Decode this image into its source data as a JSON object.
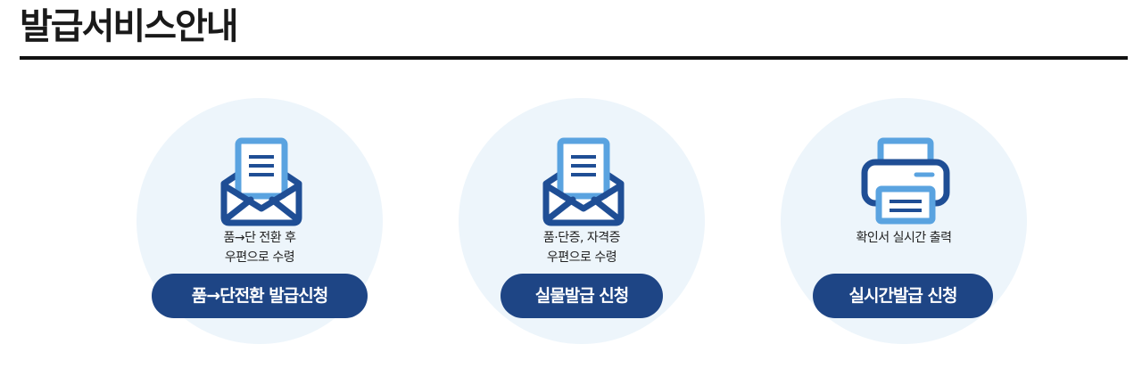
{
  "page": {
    "title": "발급서비스안내"
  },
  "colors": {
    "accent": "#1e4585",
    "circle_bg": "#edf5fb",
    "icon_light": "#5aa3e0",
    "icon_dark": "#1f4e95"
  },
  "services": [
    {
      "icon": "envelope-document-icon",
      "desc_line1": "품→단 전환 후",
      "desc_line2": "우편으로 수령",
      "button_label": "품→단전환 발급신청"
    },
    {
      "icon": "envelope-document-icon",
      "desc_line1": "품·단증, 자격증",
      "desc_line2": "우편으로 수령",
      "button_label": "실물발급 신청"
    },
    {
      "icon": "printer-icon",
      "desc_line1": "확인서 실시간 출력",
      "desc_line2": "",
      "button_label": "실시간발급 신청"
    }
  ]
}
